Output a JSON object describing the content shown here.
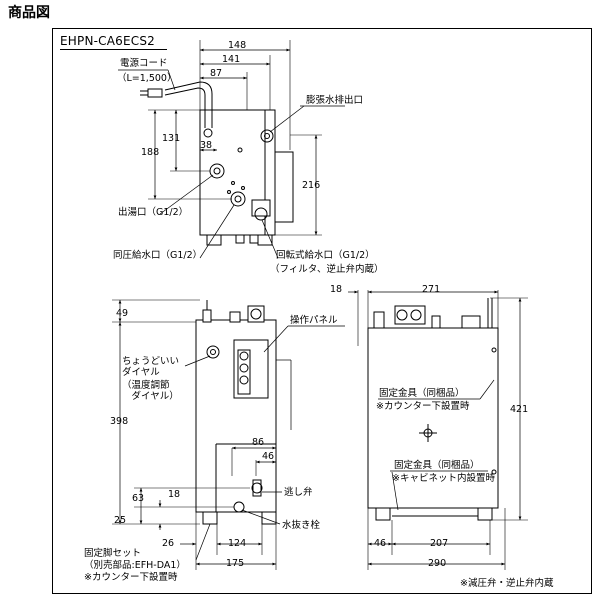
{
  "heading": "商品図",
  "model": "EHPN-CA6ECS2",
  "top_view": {
    "labels": {
      "power_cord": "電源コード",
      "cord_length": "（L=1,500）",
      "expansion_outlet": "膨張水排出口",
      "hot_outlet": "出湯口（G1/2）",
      "same_pressure_inlet": "同圧給水口（G1/2）",
      "rotary_inlet": "回転式給水口（G1/2）",
      "rotary_note": "（フィルタ、逆止弁内蔵）"
    },
    "dims": {
      "d148": "148",
      "d141": "141",
      "d87": "87",
      "d131": "131",
      "d188": "188",
      "d38": "38",
      "d216": "216"
    }
  },
  "front_view": {
    "labels": {
      "control_panel": "操作パネル",
      "temp_dial": "ちょうどいい\nダイヤル",
      "temp_dial_note": "（温度調節\n　ダイヤル）",
      "relief_valve": "逃し弁",
      "drain_plug": "水抜き栓",
      "fixed_leg_set": "固定脚セット",
      "fixed_leg_note": "（別売部品:EFH-DA1）",
      "counter_note": "※カウンター下設置時"
    },
    "dims": {
      "d49": "49",
      "d398": "398",
      "d86": "86",
      "d46": "46",
      "d63": "63",
      "d18": "18",
      "d25": "25",
      "d26": "26",
      "d124": "124",
      "d175": "175"
    }
  },
  "side_view": {
    "labels": {
      "fixing_bracket_1": "固定金具（同梱品）",
      "fixing_note_1": "※カウンター下設置時",
      "fixing_bracket_2": "固定金具（同梱品）",
      "fixing_note_2": "※キャビネット内設置時",
      "footnote": "※減圧弁・逆止弁内蔵"
    },
    "dims": {
      "d18": "18",
      "d271": "271",
      "d421": "421",
      "d46": "46",
      "d207": "207",
      "d290": "290"
    }
  }
}
